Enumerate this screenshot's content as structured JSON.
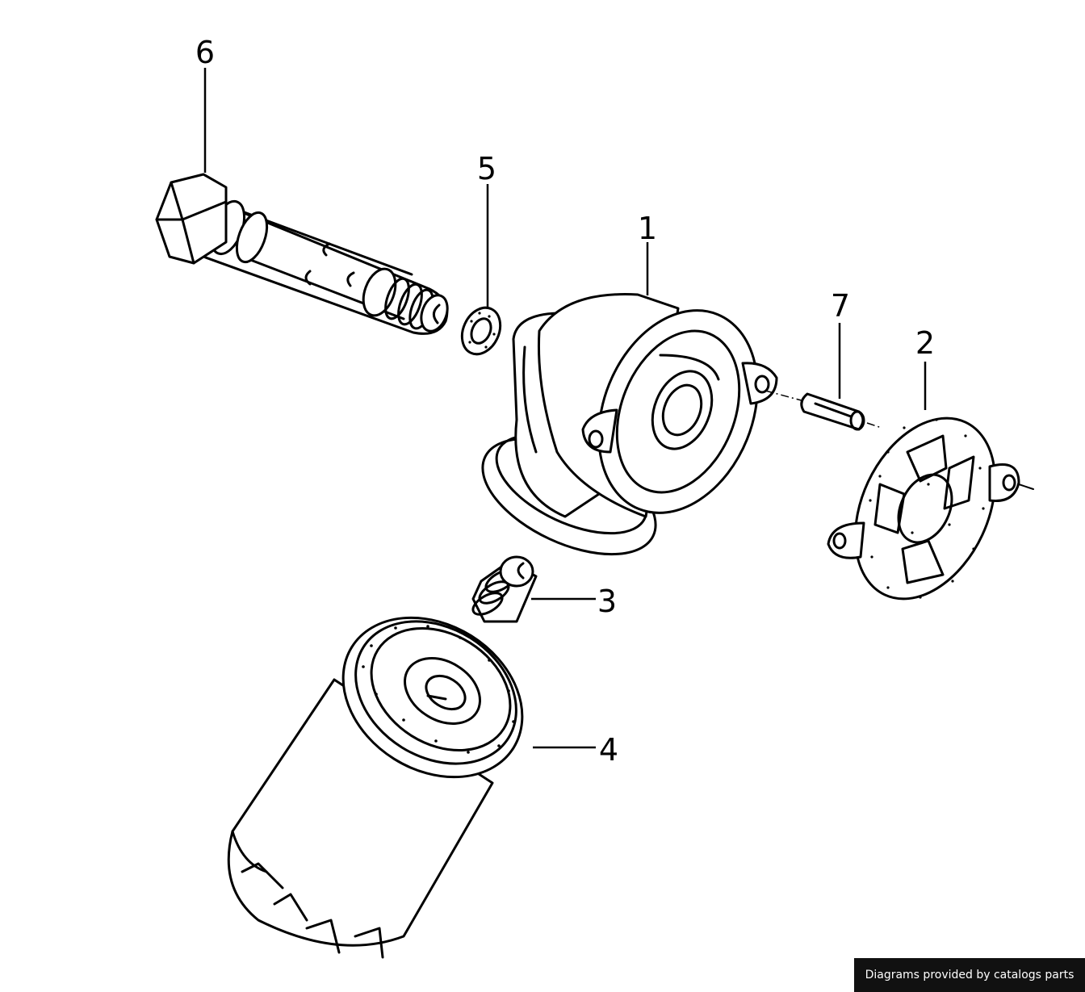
{
  "diagram": {
    "callouts": [
      {
        "id": "1",
        "label": "1"
      },
      {
        "id": "2",
        "label": "2"
      },
      {
        "id": "3",
        "label": "3"
      },
      {
        "id": "4",
        "label": "4"
      },
      {
        "id": "5",
        "label": "5"
      },
      {
        "id": "6",
        "label": "6"
      },
      {
        "id": "7",
        "label": "7"
      }
    ]
  },
  "footer": {
    "credit": "Diagrams provided by catalogs parts",
    "background_color": "#111111",
    "text_color": "#ffffff"
  }
}
